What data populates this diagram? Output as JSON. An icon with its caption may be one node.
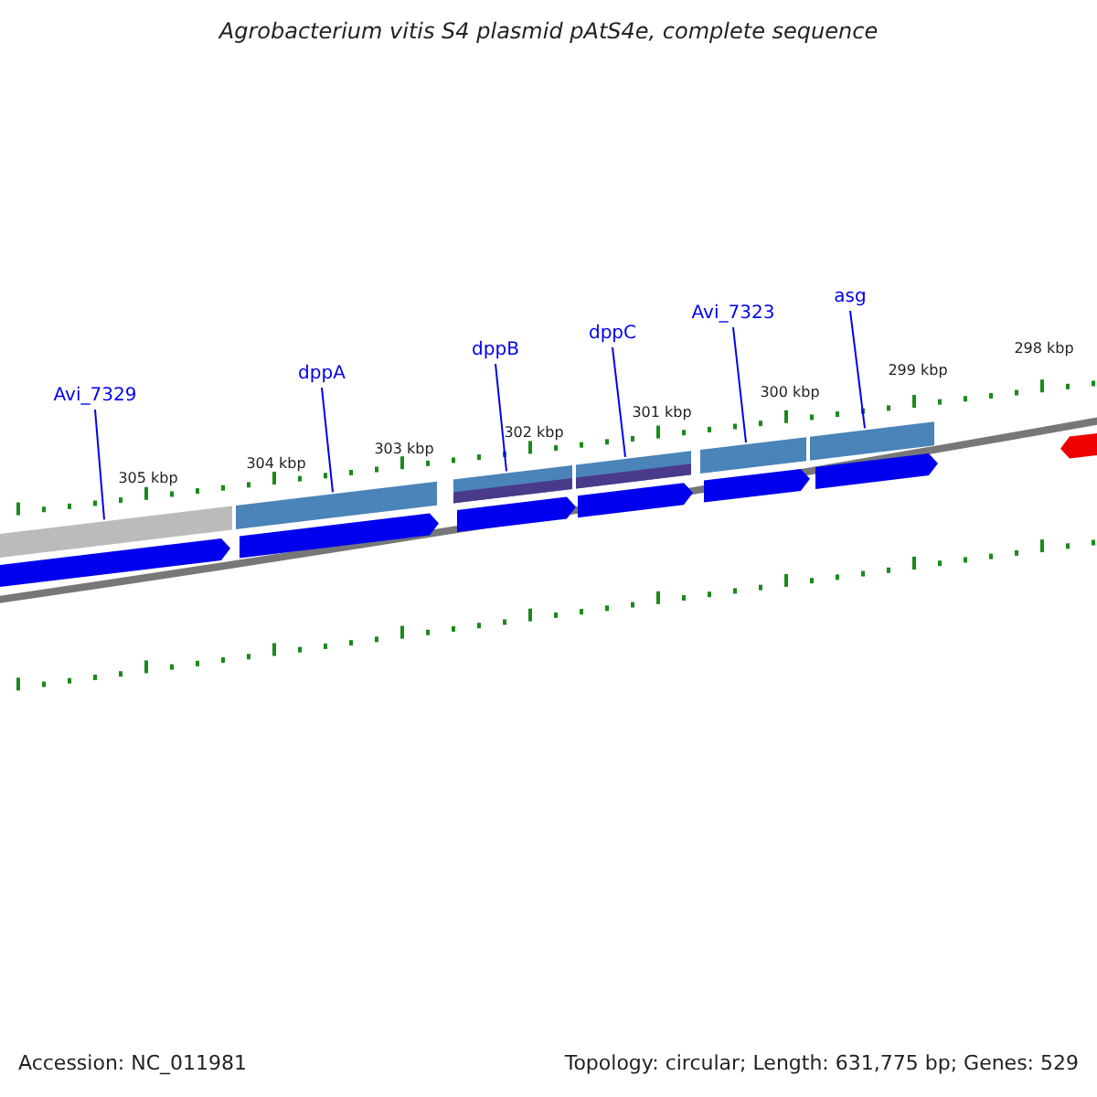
{
  "diagram": {
    "title": "Agrobacterium vitis S4 plasmid pAtS4e, complete sequence",
    "nodes": [
      {
        "text": [
          "Avi_7329"
        ]
      },
      {
        "text": [
          "dppA"
        ]
      },
      {
        "text": [
          "dppB"
        ]
      },
      {
        "text": [
          "dppC"
        ]
      },
      {
        "text": [
          "Avi_7323"
        ]
      },
      {
        "text": [
          "asg"
        ]
      },
      {
        "text": [],
        "shape": "bar"
      },
      {
        "text": [],
        "shape": "bar"
      },
      {
        "text": [],
        "shape": "bar"
      },
      {
        "text": [],
        "shape": "bar"
      },
      {
        "text": [],
        "shape": "bar"
      },
      {
        "text": [],
        "shape": "bar"
      },
      {
        "text": [],
        "shape": "bar"
      },
      {
        "text": [],
        "shape": "bar"
      },
      {
        "text": [],
        "shape": "bar"
      },
      {
        "text": [],
        "shape": "bar"
      },
      {
        "text": [],
        "shape": "bar"
      },
      {
        "text": [],
        "shape": "bar"
      },
      {
        "text": [],
        "shape": "bar"
      }
    ],
    "edges": [
      {
        "from": 0,
        "to": 6,
        "arrow": "none"
      },
      {
        "from": 1,
        "to": 7,
        "arrow": "none"
      },
      {
        "from": 2,
        "to": 8,
        "arrow": "none"
      },
      {
        "from": 3,
        "to": 9,
        "arrow": "none"
      },
      {
        "from": 4,
        "to": 10,
        "arrow": "none"
      },
      {
        "from": 5,
        "to": 11,
        "arrow": "none"
      }
    ],
    "labels": [
      "305 kbp",
      "304 kbp",
      "303 kbp",
      "302 kbp",
      "301 kbp",
      "300 kbp",
      "299 kbp",
      "298 kbp",
      "Accession: NC_011981",
      "Topology: circular; Length: 631,775 bp; Genes: 529"
    ]
  }
}
